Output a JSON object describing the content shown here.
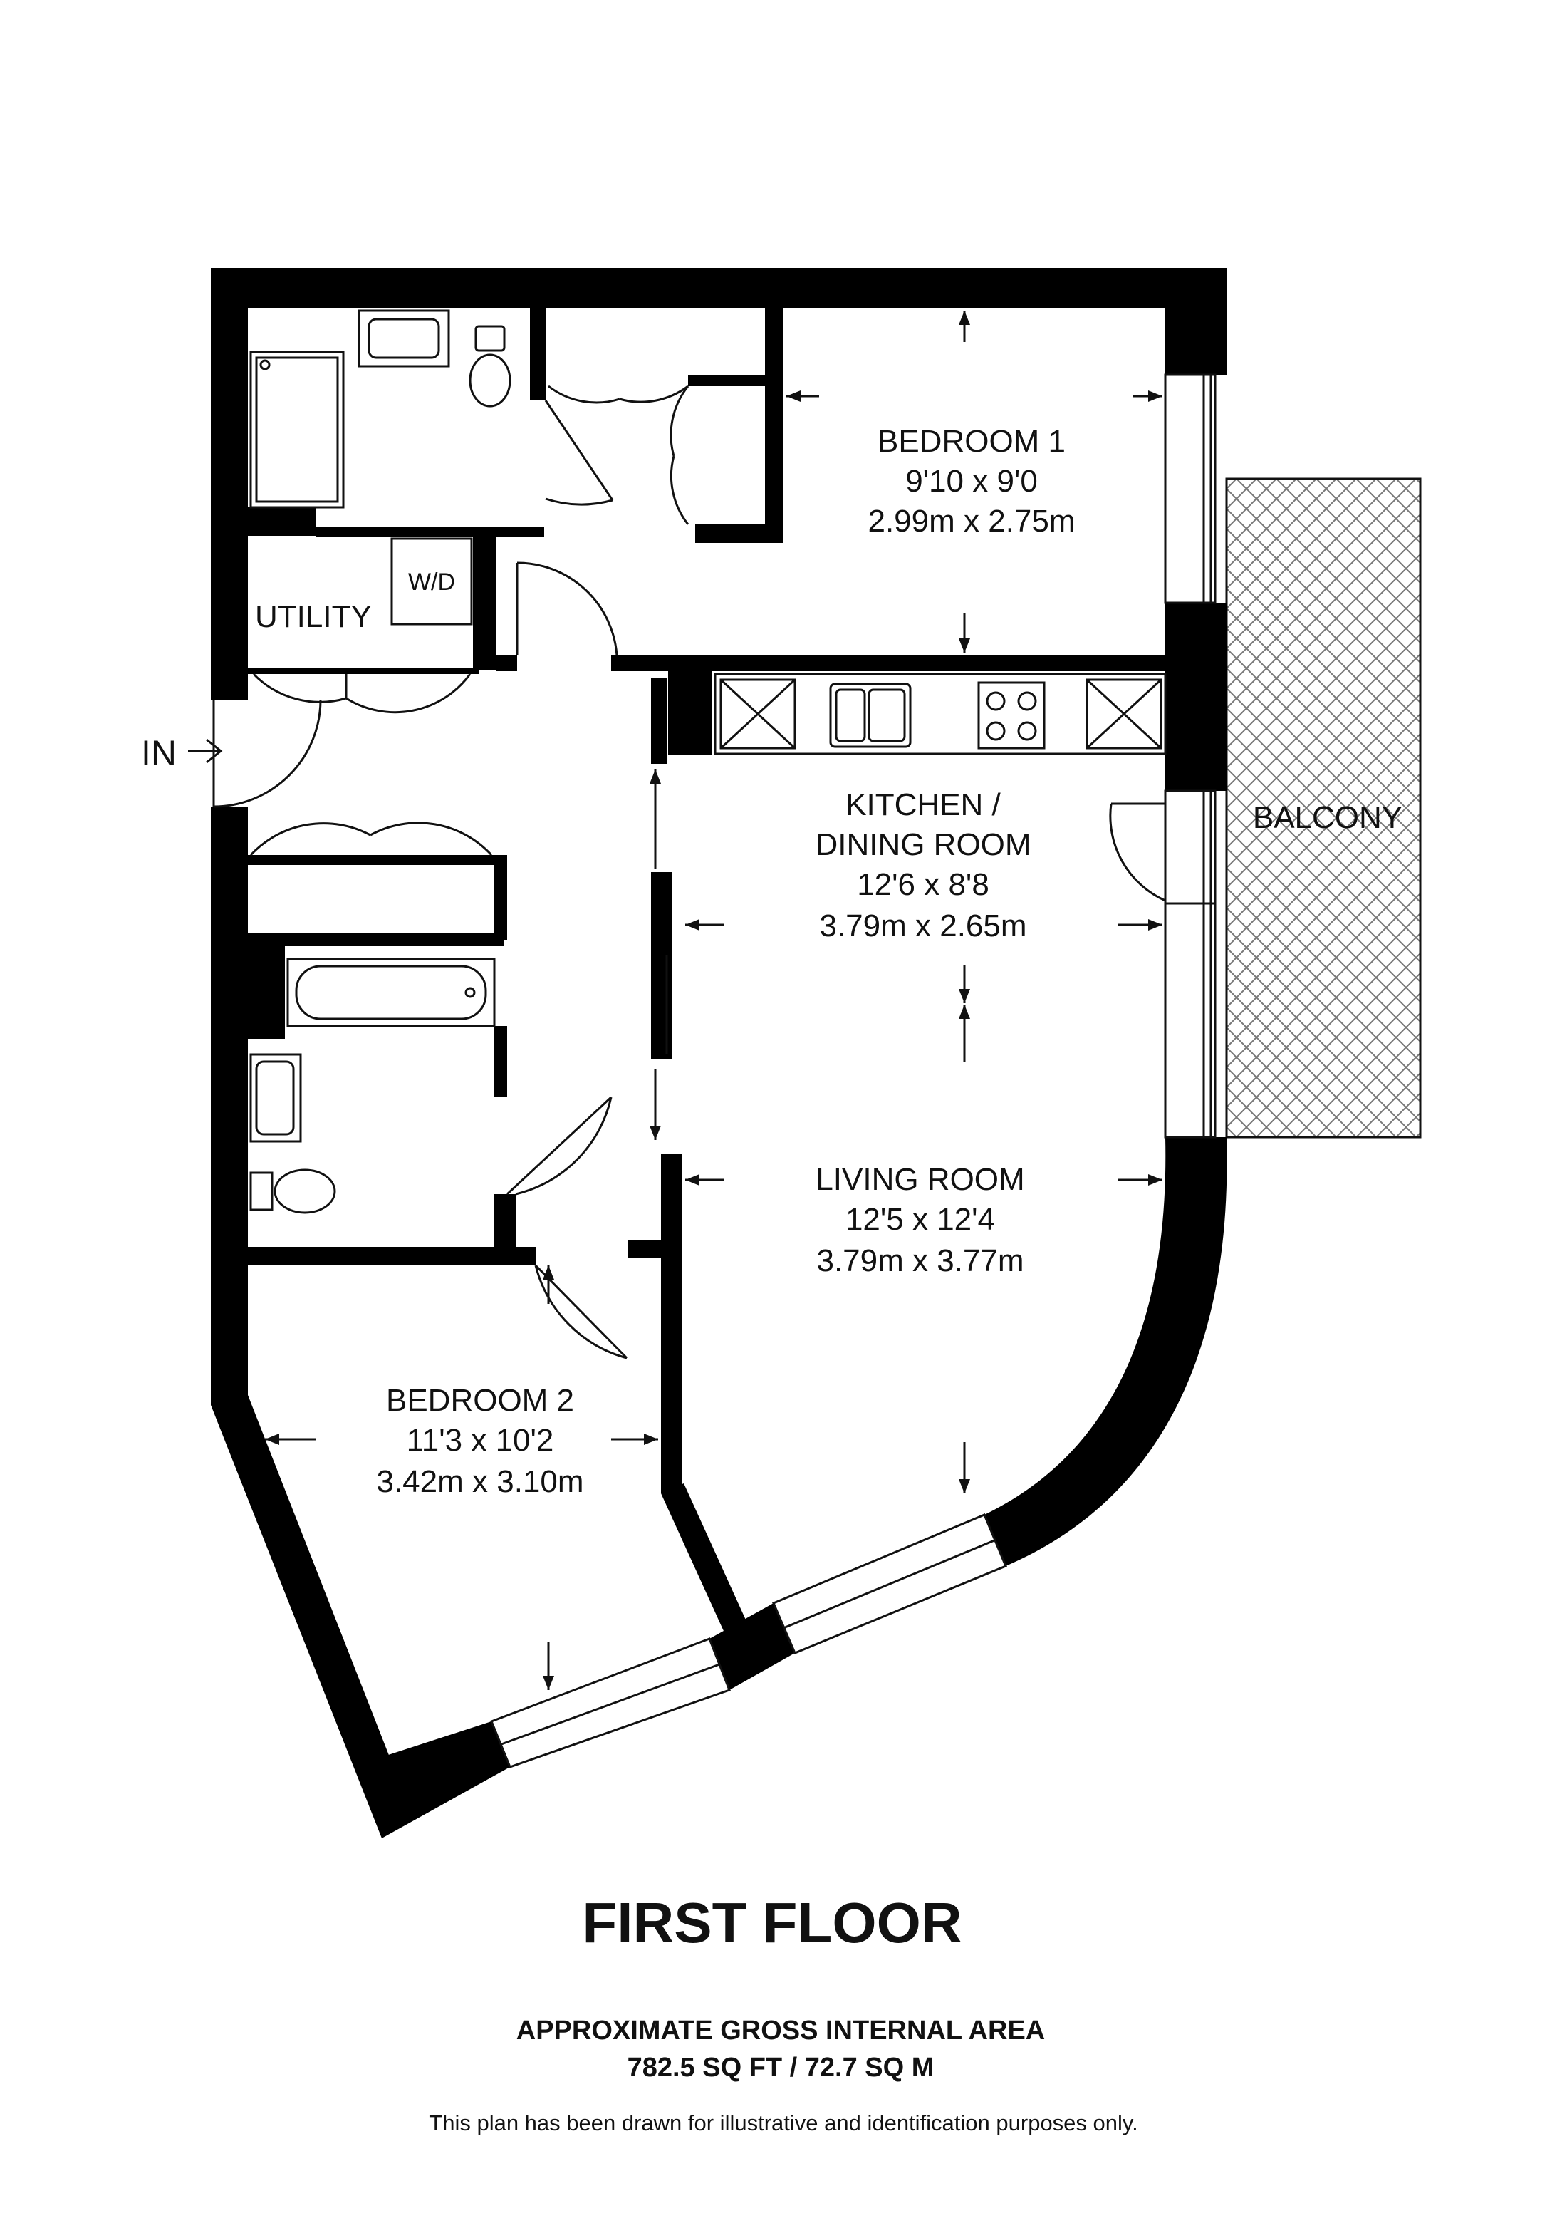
{
  "rooms": {
    "bedroom1": {
      "name": "BEDROOM 1",
      "imperial": "9'10 x 9'0",
      "metric": "2.99m x 2.75m"
    },
    "kitchen": {
      "name_line1": "KITCHEN /",
      "name_line2": "DINING ROOM",
      "imperial": "12'6 x 8'8",
      "metric": "3.79m x 2.65m"
    },
    "living": {
      "name": "LIVING ROOM",
      "imperial": "12'5 x 12'4",
      "metric": "3.79m x 3.77m"
    },
    "bedroom2": {
      "name": "BEDROOM 2",
      "imperial": "11'3 x 10'2",
      "metric": "3.42m x 3.10m"
    },
    "utility": {
      "name": "UTILITY"
    },
    "balcony": {
      "name": "BALCONY"
    }
  },
  "fixtures": {
    "washer_dryer": "W/D"
  },
  "entrance": {
    "label": "IN"
  },
  "footer": {
    "floor_title": "FIRST FLOOR",
    "area_heading": "APPROXIMATE GROSS INTERNAL AREA",
    "area_value": "782.5 SQ FT / 72.7 SQ M",
    "disclaimer": "This plan has been drawn for illustrative and identification purposes only."
  },
  "colors": {
    "walls": "#000000",
    "lines": "#111111",
    "background": "#ffffff"
  }
}
